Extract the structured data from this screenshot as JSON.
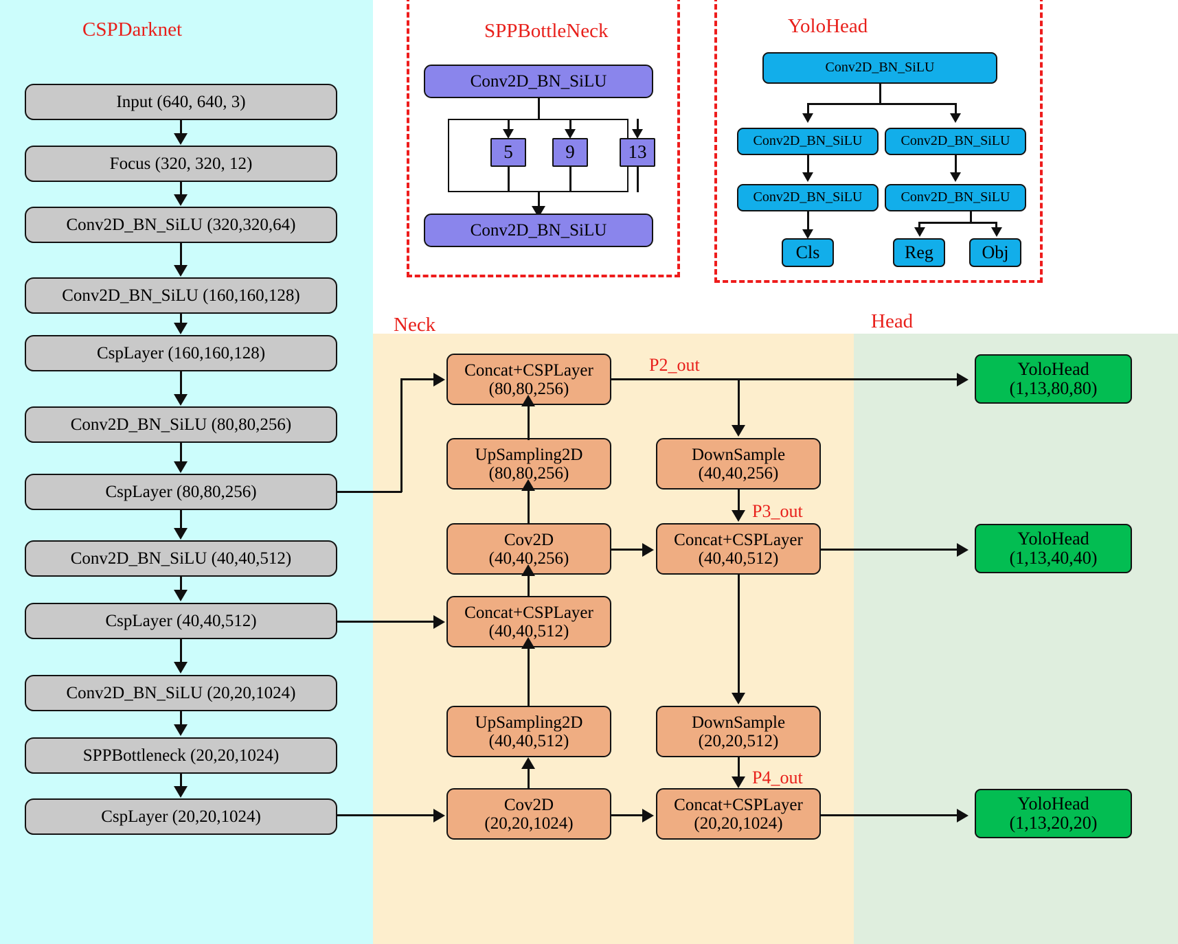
{
  "regions": {
    "backbone": {
      "label": "CSPDarknet",
      "color": "#ccfdfc"
    },
    "neck": {
      "label": "Neck",
      "color": "#fdeecd"
    },
    "head": {
      "label": "Head",
      "color": "#dfeede"
    },
    "spp_group": {
      "label": "SPPBottleNeck",
      "border_color": "#ee1c1c"
    },
    "yolohead_group": {
      "label": "YoloHead",
      "border_color": "#ee1c1c"
    }
  },
  "backbone": {
    "nodes": [
      {
        "text": "Input (640, 640, 3)"
      },
      {
        "text": "Focus (320, 320, 12)"
      },
      {
        "text": "Conv2D_BN_SiLU (320,320,64)"
      },
      {
        "text": "Conv2D_BN_SiLU (160,160,128)"
      },
      {
        "text": "CspLayer (160,160,128)"
      },
      {
        "text": "Conv2D_BN_SiLU (80,80,256)"
      },
      {
        "text": "CspLayer (80,80,256)"
      },
      {
        "text": "Conv2D_BN_SiLU (40,40,512)"
      },
      {
        "text": "CspLayer (40,40,512)"
      },
      {
        "text": "Conv2D_BN_SiLU (20,20,1024)"
      },
      {
        "text": "SPPBottleneck (20,20,1024)"
      },
      {
        "text": "CspLayer (20,20,1024)"
      }
    ]
  },
  "spp": {
    "top": "Conv2D_BN_SiLU",
    "pools": [
      "5",
      "9",
      "13"
    ],
    "bottom": "Conv2D_BN_SiLU",
    "color": "#8a85ec"
  },
  "yolohead_detail": {
    "stem": "Conv2D_BN_SiLU",
    "left_branch": [
      "Conv2D_BN_SiLU",
      "Conv2D_BN_SiLU"
    ],
    "right_branch": [
      "Conv2D_BN_SiLU",
      "Conv2D_BN_SiLU"
    ],
    "outputs": {
      "cls": "Cls",
      "reg": "Reg",
      "obj": "Obj"
    },
    "color": "#12aeea"
  },
  "neck": {
    "nodes": [
      {
        "id": "concat_p2",
        "l1": "Concat+CSPLayer",
        "l2": "(80,80,256)"
      },
      {
        "id": "ups_80",
        "l1": "UpSampling2D",
        "l2": "(80,80,256)"
      },
      {
        "id": "cov2d_40",
        "l1": "Cov2D",
        "l2": "(40,40,256)"
      },
      {
        "id": "concat_40",
        "l1": "Concat+CSPLayer",
        "l2": "(40,40,512)"
      },
      {
        "id": "ups_40",
        "l1": "UpSampling2D",
        "l2": "(40,40,512)"
      },
      {
        "id": "cov2d_20",
        "l1": "Cov2D",
        "l2": "(20,20,1024)"
      },
      {
        "id": "down_40",
        "l1": "DownSample",
        "l2": "(40,40,256)"
      },
      {
        "id": "concat_p3",
        "l1": "Concat+CSPLayer",
        "l2": "(40,40,512)"
      },
      {
        "id": "down_20",
        "l1": "DownSample",
        "l2": "(20,20,512)"
      },
      {
        "id": "concat_p4",
        "l1": "Concat+CSPLayer",
        "l2": "(20,20,1024)"
      }
    ],
    "flow_labels": [
      "P2_out",
      "P3_out",
      "P4_out"
    ],
    "color": "#efad82"
  },
  "head": {
    "nodes": [
      {
        "l1": "YoloHead",
        "l2": "(1,13,80,80)"
      },
      {
        "l1": "YoloHead",
        "l2": "(1,13,40,40)"
      },
      {
        "l1": "YoloHead",
        "l2": "(1,13,20,20)"
      }
    ],
    "color": "#03bd52"
  }
}
